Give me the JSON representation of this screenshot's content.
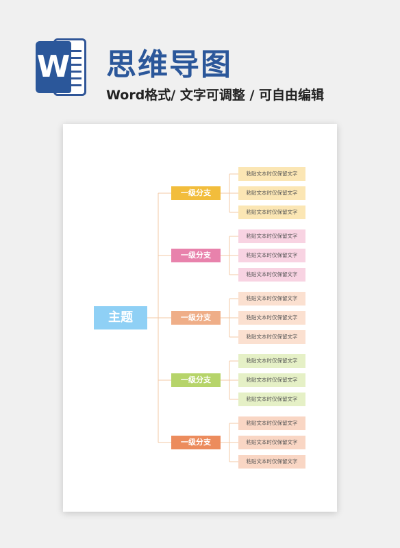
{
  "header": {
    "logo_letter": "W",
    "title": "思维导图",
    "subtitle": "Word格式/ 文字可调整 / 可自由编辑",
    "icon": "word-icon",
    "brand_color": "#2b579a"
  },
  "mindmap": {
    "root": {
      "label": "主题",
      "color": "#8fd0f5"
    },
    "connector_color": "#f3c9a6",
    "branches": [
      {
        "label": "一级分支",
        "color": "#f2bd3c",
        "leaf_color": "#fbe6b4",
        "leaves": [
          "粘贴文本时仅保留文字",
          "粘贴文本时仅保留文字",
          "粘贴文本时仅保留文字"
        ]
      },
      {
        "label": "一级分支",
        "color": "#e882ac",
        "leaf_color": "#f8d3e2",
        "leaves": [
          "粘贴文本时仅保留文字",
          "粘贴文本时仅保留文字",
          "粘贴文本时仅保留文字"
        ]
      },
      {
        "label": "一级分支",
        "color": "#efae88",
        "leaf_color": "#fbe0d0",
        "leaves": [
          "粘贴文本时仅保留文字",
          "粘贴文本时仅保留文字",
          "粘贴文本时仅保留文字"
        ]
      },
      {
        "label": "一级分支",
        "color": "#b6d46a",
        "leaf_color": "#e5f0c6",
        "leaves": [
          "粘贴文本时仅保留文字",
          "粘贴文本时仅保留文字",
          "粘贴文本时仅保留文字"
        ]
      },
      {
        "label": "一级分支",
        "color": "#ec8c5d",
        "leaf_color": "#f9d6c4",
        "leaves": [
          "粘贴文本时仅保留文字",
          "粘贴文本时仅保留文字",
          "粘贴文本时仅保留文字"
        ]
      }
    ]
  }
}
